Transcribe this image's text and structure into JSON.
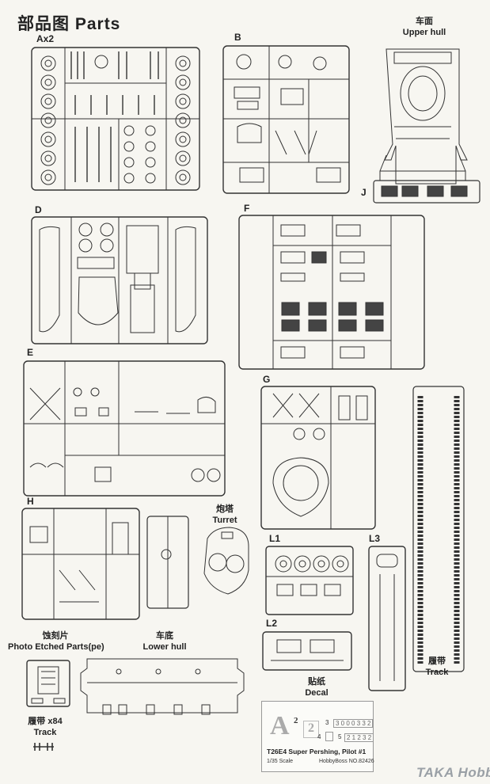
{
  "page_title": "部品图  Parts",
  "sprues": {
    "A": {
      "letter": "A",
      "count": "Ax2"
    },
    "B": {
      "letter": "B"
    },
    "D": {
      "letter": "D"
    },
    "E": {
      "letter": "E"
    },
    "F": {
      "letter": "F"
    },
    "G": {
      "letter": "G"
    },
    "H": {
      "letter": "H"
    },
    "J": {
      "letter": "J"
    },
    "L1": {
      "letter": "L1"
    },
    "L2": {
      "letter": "L2"
    },
    "L3": {
      "letter": "L3"
    }
  },
  "parts": {
    "upper_hull": {
      "zh": "车面",
      "en": "Upper hull"
    },
    "turret": {
      "zh": "炮塔",
      "en": "Turret"
    },
    "photo_etched": {
      "zh": "蚀刻片",
      "en": "Photo Etched Parts(pe)"
    },
    "lower_hull": {
      "zh": "车底",
      "en": "Lower hull"
    },
    "decal": {
      "zh": "贴纸",
      "en": "Decal"
    },
    "track_main": {
      "zh": "履带",
      "en": "Track"
    },
    "track_links": {
      "zh": "履带 x84",
      "en": "Track"
    }
  },
  "decal_sheet": {
    "big_a": "A",
    "num_2": "2",
    "num_3": "3",
    "num_4": "4",
    "num_5": "5",
    "code_3": "3 0 0 0 3 3 2",
    "code_5": "2 1 2 3 2",
    "title": "T26E4 Super Pershing, Pilot #1",
    "scale": "1/35 Scale",
    "brand": "HobbyBoss NO.82426"
  },
  "watermark": "TAKA Hobby"
}
